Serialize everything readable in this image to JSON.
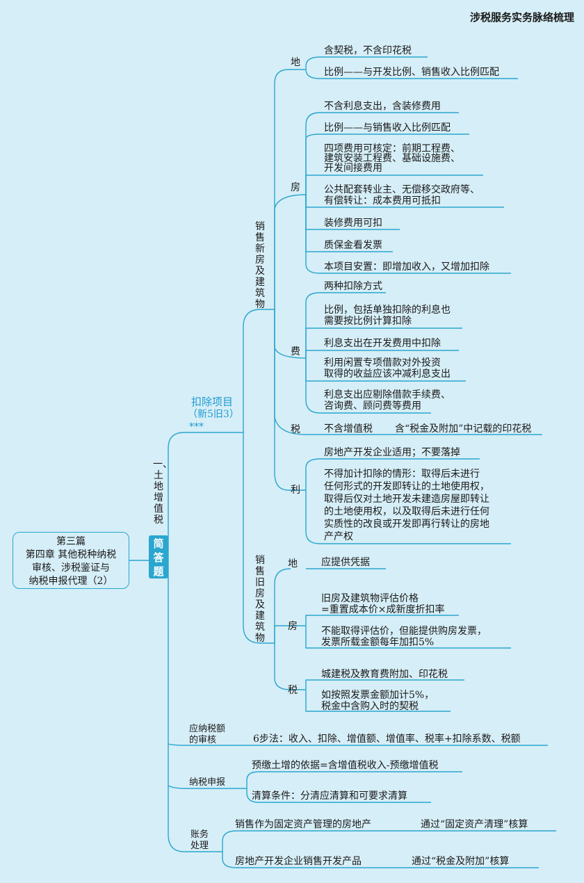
{
  "header": "涉税服务实务脉络梳理",
  "root": {
    "line1": "第三篇",
    "line2": "第四章  其他税种纳税",
    "line3": "审核、涉税鉴证与",
    "line4": "纳税申报代理（2）"
  },
  "section": "一、土地增值税",
  "badge": "简答题",
  "deduction": {
    "title": "扣除项目",
    "sub": "（新5旧3）",
    "stars": "***"
  },
  "new_house": {
    "title": "销售新房及建筑物",
    "land": {
      "label": "地",
      "items": [
        "含契税，不含印花税",
        "比例——与开发比例、销售收入比例匹配"
      ]
    },
    "house": {
      "label": "房",
      "items": [
        "不含利息支出，含装修费用",
        "比例——与销售收入比例匹配",
        "四项费用可核定：前期工程费、",
        "建筑安装工程费、基础设施费、",
        "开发间接费用",
        "公共配套转业主、无偿移交政府等、",
        "有偿转让：成本费用可抵扣",
        "装修费用可扣",
        "质保金看发票",
        "本项目安置：即增加收入，又增加扣除"
      ]
    },
    "fee": {
      "label": "费",
      "items": [
        "两种扣除方式",
        "比例，包括单独扣除的利息也",
        "需要按比例计算扣除",
        "利息支出在开发费用中扣除",
        "利用闲置专项借款对外投资",
        "取得的收益应该冲减利息支出",
        "利息支出应剔除借款手续费、",
        "咨询费、顾问费等费用"
      ]
    },
    "tax": {
      "label": "税",
      "item1": "不含增值税",
      "item2": "含“税金及附加”中记载的印花税"
    },
    "profit": {
      "label": "利",
      "items": [
        "房地产开发企业适用；不要落掉",
        "不得加计扣除的情形：取得后未进行",
        "任何形式的开发即转让的土地使用权，",
        "取得后仅对土地开发未建造房屋即转让",
        "的土地使用权，以及取得后未进行任何",
        "实质性的改良或开发即再行转让的房地",
        "产产权"
      ]
    }
  },
  "old_house": {
    "title": "销售旧房及建筑物",
    "land": {
      "label": "地",
      "item": "应提供凭据"
    },
    "house": {
      "label": "房",
      "items": [
        "旧房及建筑物评估价格",
        "=重置成本价×成新度折扣率",
        "不能取得评估价，但能提供购房发票，",
        "发票所载金额每年加扣5%"
      ]
    },
    "tax": {
      "label": "税",
      "items": [
        "城建税及教育费附加、印花税",
        "如按照发票金额加计5%，",
        "税金中含购入时的契税"
      ]
    }
  },
  "audit": {
    "label1": "应纳税额",
    "label2": "的审核",
    "item": "6步法：收入、扣除、增值额、增值率、税率+扣除系数、税额"
  },
  "filing": {
    "label": "纳税申报",
    "items": [
      "预缴土增的依据=含增值税收入-预缴增值税",
      "清算条件：分清应清算和可要求清算"
    ]
  },
  "accounting": {
    "label1": "账务",
    "label2": "处理",
    "rows": [
      {
        "left": "销售作为固定资产管理的房地产",
        "right": "通过“固定资产清理”核算"
      },
      {
        "left": "房地产开发企业销售开发产品",
        "right": "通过“税金及附加”核算"
      }
    ]
  }
}
